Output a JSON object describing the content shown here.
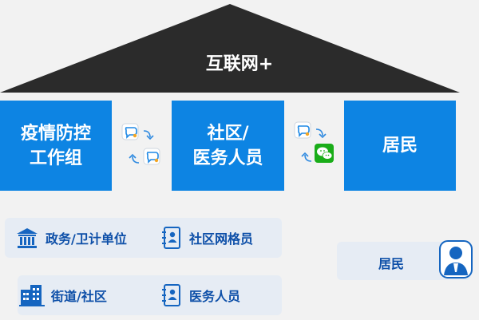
{
  "roof": {
    "title": "互联网+",
    "color": "#2b2b2b"
  },
  "pillars": [
    {
      "label": "疫情防控\n工作组"
    },
    {
      "label": "社区/\n医务人员"
    },
    {
      "label": "居民"
    }
  ],
  "connectors": [
    {
      "top_icon": "chat-bubble-icon",
      "bottom_icon": "chat-bubble-icon"
    },
    {
      "top_icon": "chat-bubble-icon",
      "bottom_icon": "wechat-icon"
    }
  ],
  "groups": {
    "left_top": [
      {
        "icon": "government-building-icon",
        "label": "政务/卫计单位"
      },
      {
        "icon": "notebook-person-icon",
        "label": "社区网格员"
      }
    ],
    "left_bottom": [
      {
        "icon": "city-buildings-icon",
        "label": "街道/社区"
      },
      {
        "icon": "notebook-person-icon",
        "label": "医务人员"
      }
    ],
    "resident": {
      "icon": "resident-person-icon",
      "label": "居民"
    }
  },
  "colors": {
    "accent": "#0d84e3",
    "text_blue": "#0d4fa8",
    "panel": "#e6ecf4",
    "wechat": "#1aad19"
  }
}
